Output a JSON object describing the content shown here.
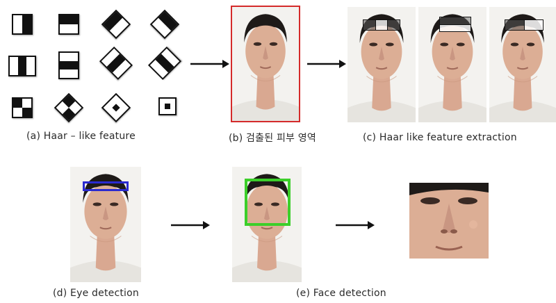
{
  "captions": {
    "a": "(a) Haar – like feature",
    "b": "(b) 검출된 피부 영역",
    "c": "(c) Haar  like feature  extraction",
    "d": "(d) Eye detection",
    "e": "(e) Face detection"
  },
  "colors": {
    "skin_region_box": "#d42a2a",
    "eye_box": "#2a2ad0",
    "face_box": "#3ccf2a",
    "feature_black": "#111111",
    "feature_white": "#ffffff"
  },
  "haar_features": [
    "edge-vertical",
    "edge-horizontal",
    "edge-diagonal-left",
    "edge-diagonal-right",
    "line-vertical",
    "line-horizontal",
    "line-diagonal-left",
    "line-diagonal-right",
    "checkerboard",
    "diamond-checker",
    "diamond-center",
    "center-surround"
  ]
}
